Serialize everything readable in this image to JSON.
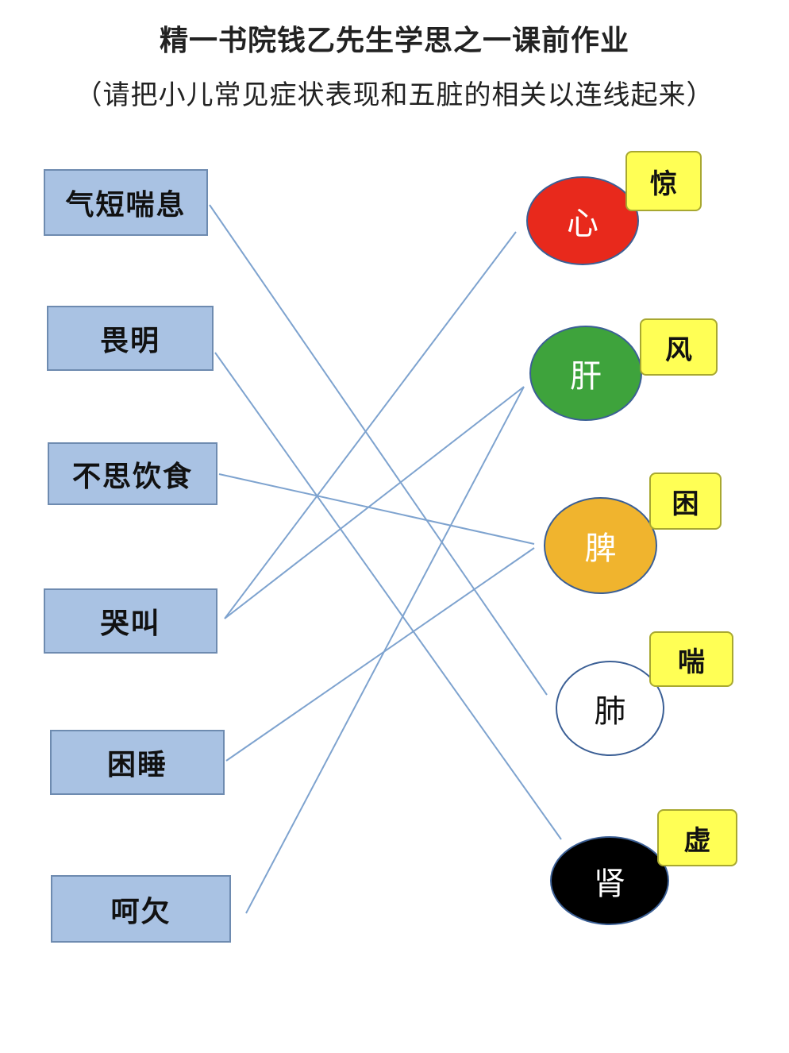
{
  "title": "精一书院钱乙先生学思之一课前作业",
  "subtitle": "（请把小儿常见症状表现和五脏的相关以连线起来）",
  "symptoms": [
    "气短喘息",
    "畏明",
    "不思饮食",
    "哭叫",
    "困睡",
    "呵欠"
  ],
  "organs": [
    {
      "label": "心",
      "tag": "惊",
      "fill": "#e8291c",
      "text_color": "#ffffff"
    },
    {
      "label": "肝",
      "tag": "风",
      "fill": "#3ea33c",
      "text_color": "#ffffff"
    },
    {
      "label": "脾",
      "tag": "困",
      "fill": "#f0b42e",
      "text_color": "#ffffff"
    },
    {
      "label": "肺",
      "tag": "喘",
      "fill": "#ffffff",
      "text_color": "#111111"
    },
    {
      "label": "肾",
      "tag": "虚",
      "fill": "#000000",
      "text_color": "#ffffff"
    }
  ],
  "colors": {
    "line": "#7ea3cf",
    "symptom_fill": "#a9c2e3",
    "tag_fill": "#ffff55"
  },
  "connections": [
    {
      "from": "气短喘息",
      "to": "肺"
    },
    {
      "from": "畏明",
      "to": "肾"
    },
    {
      "from": "不思饮食",
      "to": "脾"
    },
    {
      "from": "哭叫",
      "to": "心"
    },
    {
      "from": "哭叫",
      "to": "肝"
    },
    {
      "from": "困睡",
      "to": "脾"
    },
    {
      "from": "呵欠",
      "to": "肝"
    }
  ]
}
